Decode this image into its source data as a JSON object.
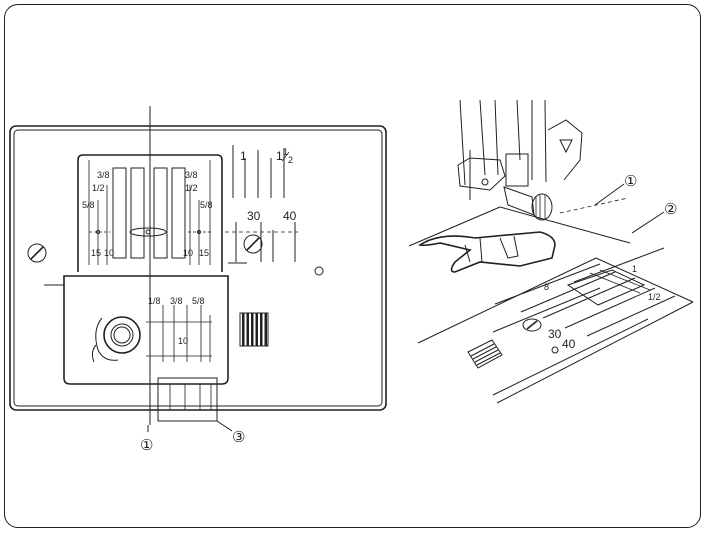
{
  "plate": {
    "seam_marks_left_top": "3/8",
    "seam_marks_left_mid": "1/2",
    "seam_marks_left_bottom": "5/8",
    "seam_marks_right_top": "3/8",
    "seam_marks_right_mid": "1/2",
    "seam_marks_right_bottom": "5/8",
    "mm_left_15": "15",
    "mm_left_10": "10",
    "mm_right_10": "10",
    "mm_right_15": "15",
    "inch_1": "1",
    "inch_1_whole": "1",
    "inch_1_num": "1",
    "inch_1_den": "2",
    "mm_30": "30",
    "mm_40": "40",
    "cover_1_8": "1/8",
    "cover_3_8": "3/8",
    "cover_5_8": "5/8",
    "cover_10": "10"
  },
  "perspective": {
    "mark_8": "8",
    "mark_1": "1",
    "mark_half": "1/2",
    "mark_30": "30",
    "mark_40": "40"
  },
  "callouts": {
    "c1_left": "①",
    "c3": "③",
    "c1_right": "①",
    "c2": "②"
  }
}
